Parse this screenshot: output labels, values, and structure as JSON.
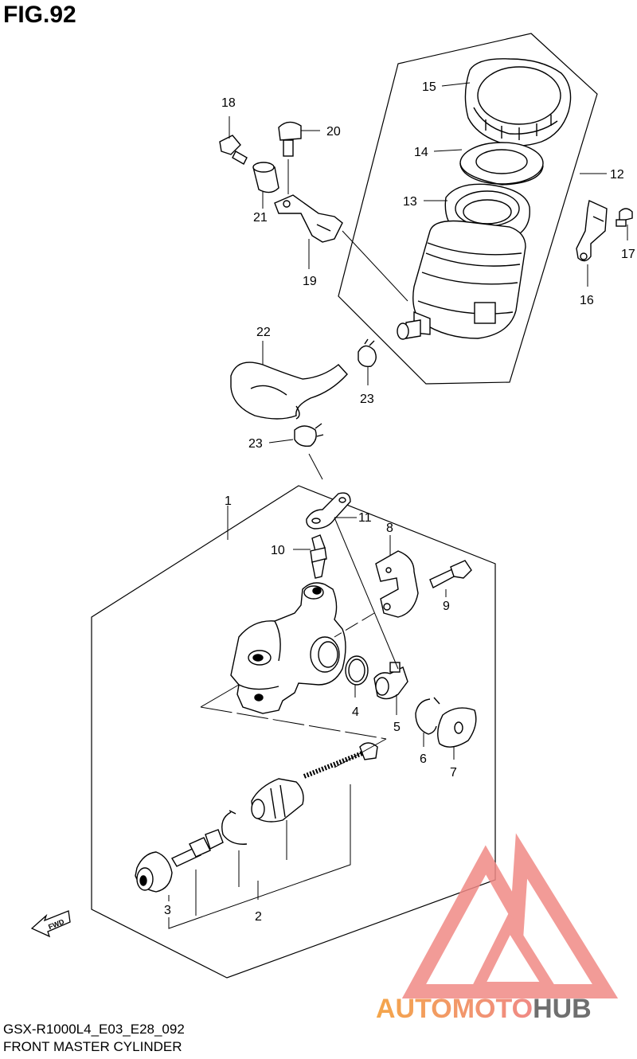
{
  "figure": {
    "title": "FIG.92",
    "model_code": "GSX-R1000L4_E03_E28_092",
    "assembly_name": "FRONT MASTER CYLINDER"
  },
  "fwd_badge": "FWD",
  "callouts": [
    "1",
    "2",
    "3",
    "4",
    "5",
    "6",
    "7",
    "8",
    "9",
    "10",
    "11",
    "12",
    "13",
    "14",
    "15",
    "16",
    "17",
    "18",
    "19",
    "20",
    "21",
    "22",
    "23",
    "23"
  ],
  "watermark": {
    "part1": "AUTOMOTO",
    "part2": "HUB",
    "color_primary": "#f08a86",
    "color_orange": "#f4a64a",
    "color_gray": "#6f6f6f"
  }
}
